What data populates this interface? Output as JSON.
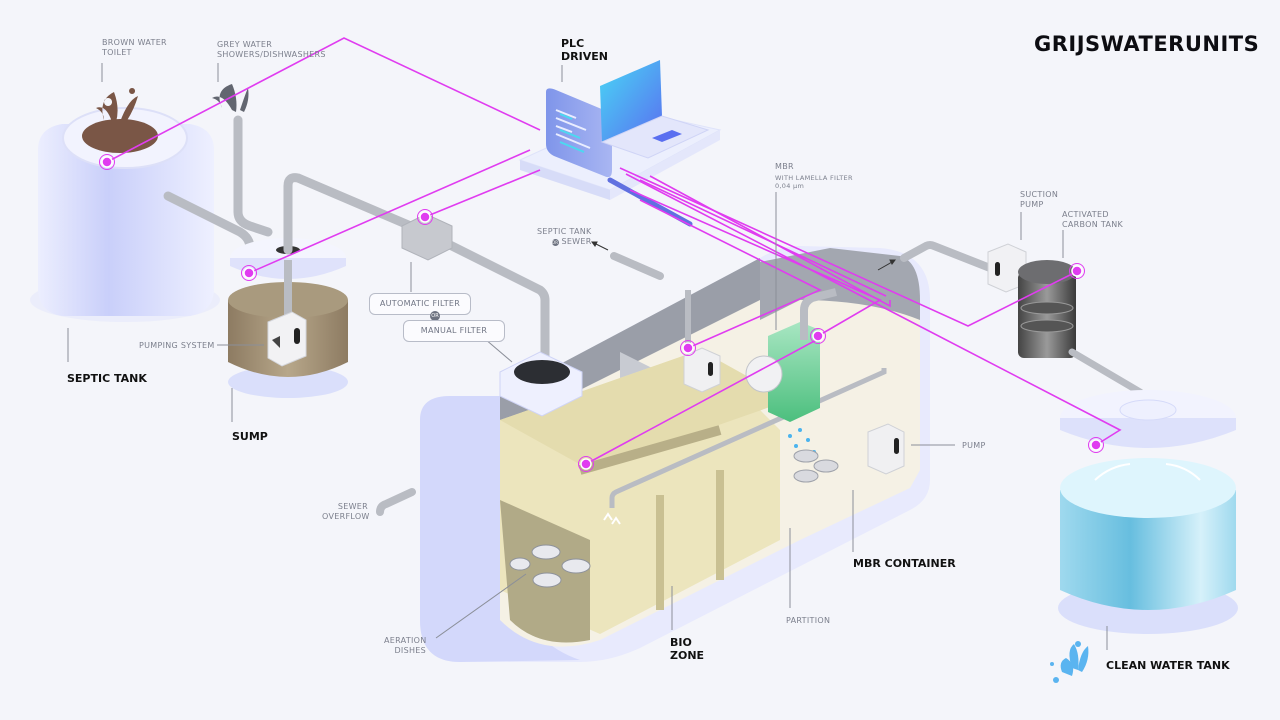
{
  "title": "GRIJSWATERUNITS",
  "labels": {
    "brown_water": [
      "BROWN WATER",
      "TOILET"
    ],
    "grey_water": [
      "GREY WATER",
      "SHOWERS/DISHWASHERS"
    ],
    "plc": [
      "PLC",
      "DRIVEN"
    ],
    "mbr": "MBR",
    "mbr_sub": [
      "WITH LAMELLA FILTER",
      "0,04 µm"
    ],
    "septic_or_sewer": [
      "SEPTIC TANK",
      "SEWER"
    ],
    "or": "OR",
    "suction_pump": [
      "SUCTION",
      "PUMP"
    ],
    "activated_carbon": [
      "ACTIVATED",
      "CARBON TANK"
    ],
    "automatic_filter": "AUTOMATIC FILTER",
    "manual_filter": "MANUAL FILTER",
    "pumping_system": "PUMPING SYSTEM",
    "septic_tank": "SEPTIC TANK",
    "sump": "SUMP",
    "sewer_overflow": [
      "SEWER",
      "OVERFLOW"
    ],
    "aeration_dishes": [
      "AERATION",
      "DISHES"
    ],
    "bio_zone": [
      "BIO",
      "ZONE"
    ],
    "partition": "PARTITION",
    "mbr_container": "MBR CONTAINER",
    "pump": "PUMP",
    "clean_water_tank": "CLEAN WATER TANK"
  },
  "colors": {
    "background": "#f4f5fa",
    "signal_line": "#e03cf0",
    "tank_body": "#dfe3fb",
    "pipe": "#b9bcc3",
    "brown_water": "#7a5646",
    "sludge": "#a08b6e",
    "bio_media": "#ede6bb",
    "mbr_filter": "#6fd39a",
    "clean_water": "#8fd2ea",
    "splash": "#5ab4f0"
  }
}
